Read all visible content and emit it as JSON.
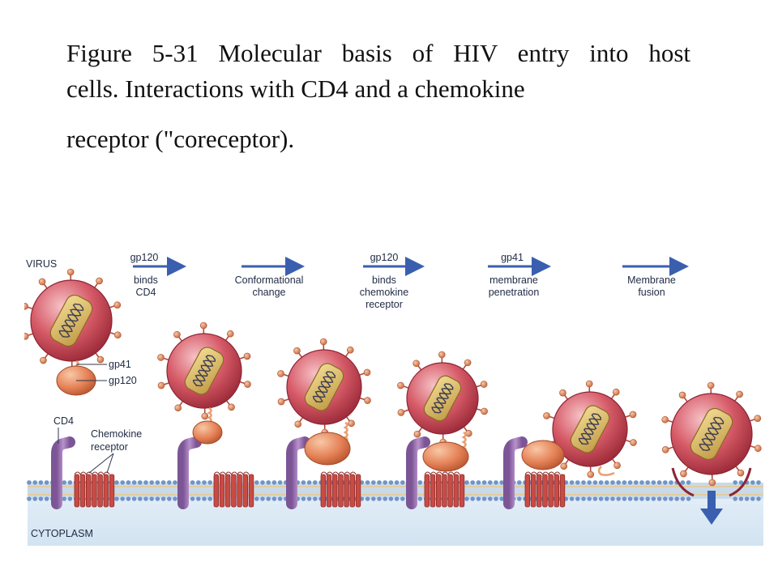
{
  "caption": {
    "line1": "Figure 5-31 Molecular basis of HIV entry into host",
    "line2": "cells. Interactions with CD4 and a chemokine",
    "line3": "receptor (\"coreceptor)."
  },
  "labels": {
    "virus": "VIRUS",
    "gp41": "gp41",
    "gp120": "gp120",
    "cd4": "CD4",
    "chemokine_receptor_1": "Chemokine",
    "chemokine_receptor_2": "receptor",
    "cytoplasm": "CYTOPLASM"
  },
  "steps": [
    {
      "lines": [
        "gp120",
        "binds",
        "CD4"
      ]
    },
    {
      "lines": [
        "Conformational",
        "change"
      ]
    },
    {
      "lines": [
        "gp120",
        "binds",
        "chemokine",
        "receptor"
      ]
    },
    {
      "lines": [
        "gp41",
        "membrane",
        "penetration"
      ]
    },
    {
      "lines": [
        "Membrane",
        "fusion"
      ]
    }
  ],
  "colors": {
    "virus_envelope": "#c8404f",
    "capsid": "#d9b25c",
    "gp120": "#e0784a",
    "cd4": "#9b6fb0",
    "receptor": "#c94b45",
    "membrane_head": "#6f95c8",
    "arrow": "#3a5fae",
    "cytoplasm": "#dbe9f4"
  }
}
